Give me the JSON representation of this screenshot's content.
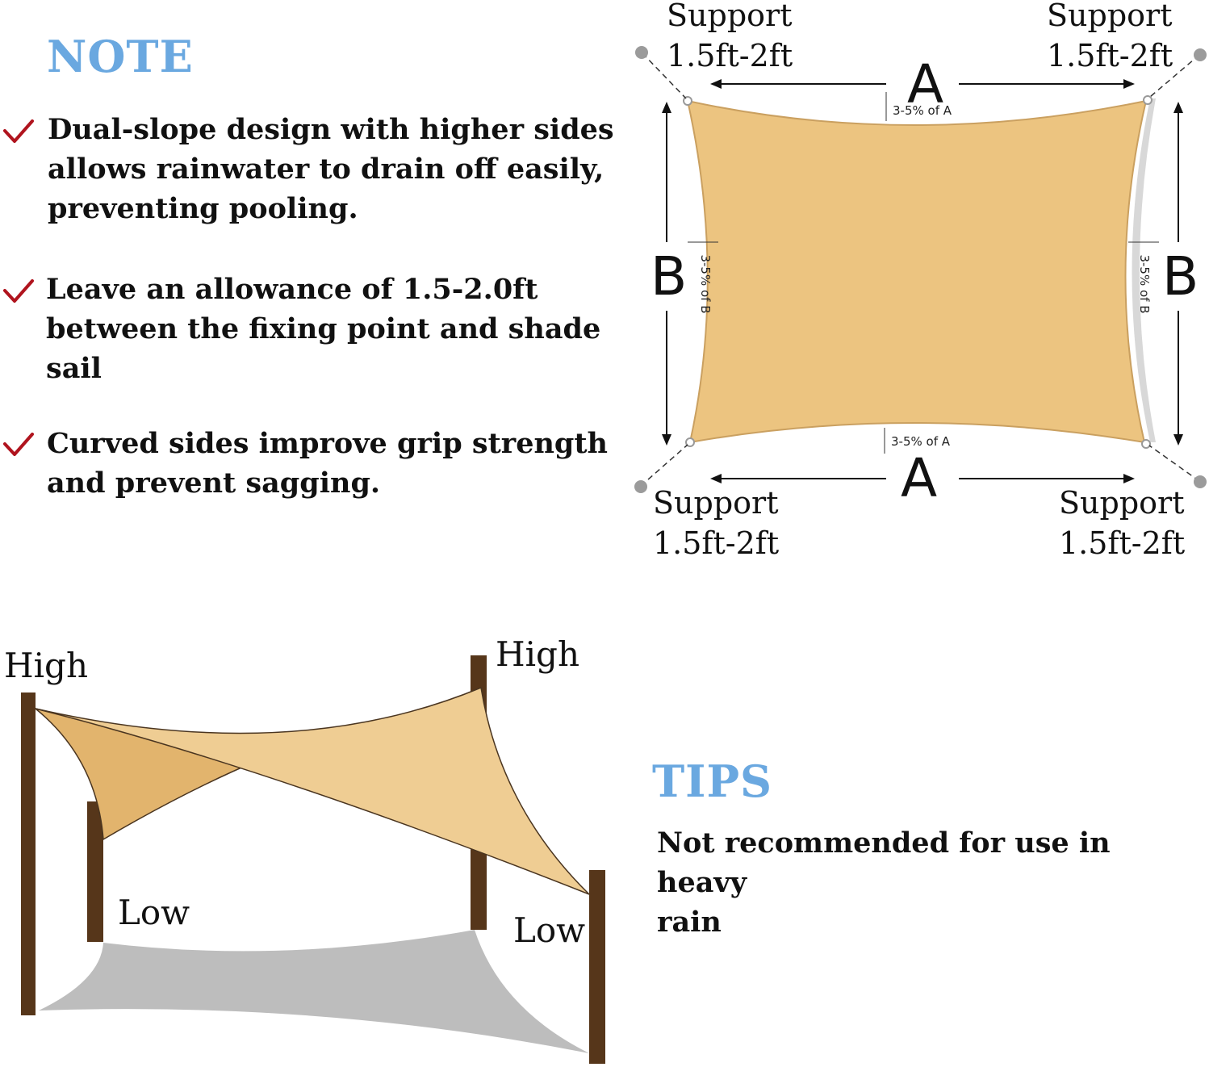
{
  "note": {
    "title": "NOTE",
    "items": [
      {
        "lines": [
          "Dual-slope design with higher sides",
          "allows rainwater to drain off easily,",
          "preventing pooling."
        ]
      },
      {
        "lines": [
          "Leave an allowance of 1.5-2.0ft",
          "between the fixing point and shade",
          "sail"
        ]
      },
      {
        "lines": [
          "Curved sides improve grip strength",
          "and prevent sagging."
        ]
      }
    ]
  },
  "sail_diagram": {
    "support_label": "Support",
    "support_value": "1.5ft-2ft",
    "side_a": "A",
    "side_b": "B",
    "curve_a": "3-5% of A",
    "curve_b": "3-5% of B",
    "sail_color": "#ecc480"
  },
  "slope_diagram": {
    "high_left": "High",
    "high_right": "High",
    "low_left": "Low",
    "low_right": "Low",
    "post_color": "#56361a",
    "shadow_color": "#bdbdbd"
  },
  "tips": {
    "title": "TIPS",
    "lines": [
      "Not recommended for use in heavy",
      "rain"
    ]
  },
  "colors": {
    "heading": "#6aa8e0",
    "check": "#b0141e"
  }
}
